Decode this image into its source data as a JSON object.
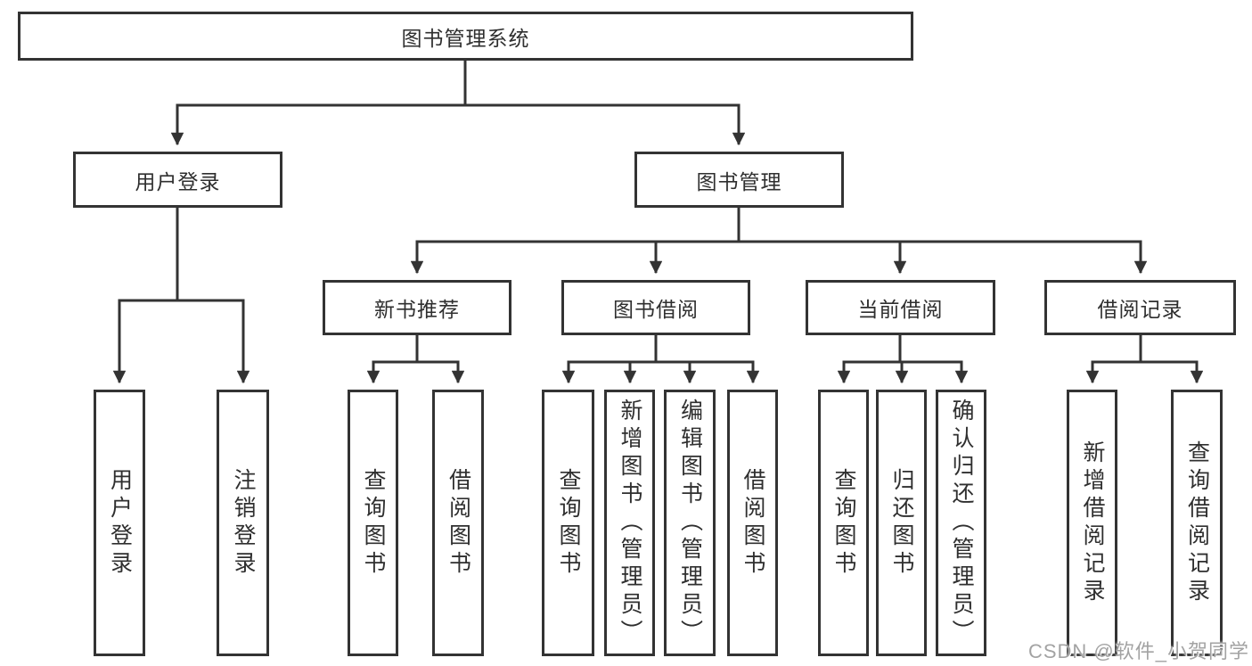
{
  "diagram": {
    "root": {
      "label": "图书管理系统"
    },
    "branches": [
      {
        "label": "用户登录"
      },
      {
        "label": "图书管理"
      }
    ],
    "modules": [
      {
        "label": "新书推荐"
      },
      {
        "label": "图书借阅"
      },
      {
        "label": "当前借阅"
      },
      {
        "label": "借阅记录"
      }
    ],
    "leaves": [
      {
        "label": "用户登录"
      },
      {
        "label": "注销登录"
      },
      {
        "label": "查询图书"
      },
      {
        "label": "借阅图书"
      },
      {
        "label": "查询图书"
      },
      {
        "label": "新增图书（管理员）"
      },
      {
        "label": "编辑图书（管理员）"
      },
      {
        "label": "借阅图书"
      },
      {
        "label": "查询图书"
      },
      {
        "label": "归还图书"
      },
      {
        "label": "确认归还（管理员）"
      },
      {
        "label": "新增借阅记录"
      },
      {
        "label": "查询借阅记录"
      }
    ]
  },
  "watermark": {
    "text": "CSDN @软件_小贺同学"
  },
  "colors": {
    "line": "#333333",
    "text": "#2f2f2f",
    "background": "#ffffff",
    "watermark": "#a3a3a3"
  }
}
